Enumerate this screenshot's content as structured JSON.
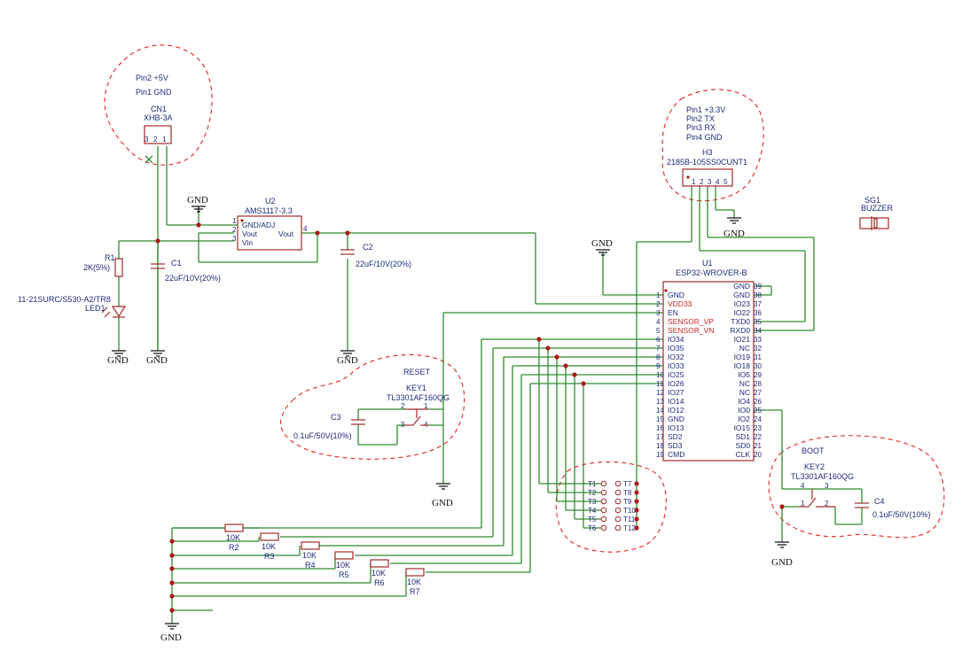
{
  "cn1": {
    "ref": "CN1",
    "value": "XHB-3A",
    "note1": "Pin2 +5V",
    "note2": "Pin1 GND",
    "pins": [
      "3",
      "2",
      "1"
    ]
  },
  "h3": {
    "ref": "H3",
    "value": "2185B-105SS0CUNT1",
    "note1": "Pin1 +3.3V",
    "note2": "Pin2 TX",
    "note3": "Pin3 RX",
    "note4": "Pin4 GND",
    "pins": [
      "1",
      "2",
      "3",
      "4",
      "5"
    ]
  },
  "sg1": {
    "ref": "SG1",
    "value": "BUZZER"
  },
  "u2": {
    "ref": "U2",
    "value": "AMS1117-3.3",
    "p1": "GND/ADJ",
    "p2": "Vout",
    "p3": "Vin",
    "p4": "Vout",
    "n1": "1",
    "n2": "2",
    "n3": "3",
    "n4": "4"
  },
  "r1": {
    "ref": "R1",
    "value": "2K(5%)"
  },
  "c1": {
    "ref": "C1",
    "value": "22uF/10V(20%)"
  },
  "c2": {
    "ref": "C2",
    "value": "22uF/10V(20%)"
  },
  "led1": {
    "ref": "LED1",
    "value": "11-21SURC/S530-A2/TR8"
  },
  "u1": {
    "ref": "U1",
    "value": "ESP32-WROVER-B",
    "left_pins": [
      "GND",
      "VDD33",
      "EN",
      "SENSOR_VP",
      "SENSOR_VN",
      "IO34",
      "IO35",
      "IO32",
      "IO33",
      "IO25",
      "IO26",
      "IO27",
      "IO14",
      "IO12",
      "GND",
      "IO13",
      "SD2",
      "SD3",
      "CMD"
    ],
    "left_nums": [
      "1",
      "2",
      "3",
      "4",
      "5",
      "6",
      "7",
      "8",
      "9",
      "10",
      "11",
      "12",
      "13",
      "14",
      "15",
      "16",
      "17",
      "18",
      "19"
    ],
    "right_pins": [
      "GND",
      "GND",
      "IO23",
      "IO22",
      "TXD0",
      "RXD0",
      "IO21",
      "NC",
      "IO19",
      "IO18",
      "IO5",
      "NC",
      "NC",
      "IO4",
      "IO0",
      "IO2",
      "IO15",
      "SD1",
      "SD0",
      "CLK"
    ],
    "right_nums": [
      "39",
      "38",
      "37",
      "36",
      "35",
      "34",
      "33",
      "32",
      "31",
      "30",
      "29",
      "28",
      "27",
      "26",
      "25",
      "24",
      "23",
      "22",
      "21",
      "20"
    ]
  },
  "key1": {
    "title": "RESET",
    "ref": "KEY1",
    "value": "TL3301AF160QG",
    "n2": "2",
    "n1": "1",
    "n3": "3",
    "n4": "4"
  },
  "c3": {
    "ref": "C3",
    "value": "0.1uF/50V(10%)"
  },
  "key2": {
    "title": "BOOT",
    "ref": "KEY2",
    "value": "TL3301AF160QG",
    "n4": "4",
    "n3": "3",
    "n1": "1",
    "n2": "2"
  },
  "c4": {
    "ref": "C4",
    "value": "0.1uF/50V(10%)"
  },
  "testpoints": {
    "left": [
      "T1",
      "T2",
      "T3",
      "T4",
      "T5",
      "T6"
    ],
    "right": [
      "T7",
      "T8",
      "T9",
      "T10",
      "T11",
      "T12"
    ]
  },
  "resistors": [
    {
      "ref": "R2",
      "value": "10K"
    },
    {
      "ref": "R3",
      "value": "10K"
    },
    {
      "ref": "R4",
      "value": "10K"
    },
    {
      "ref": "R5",
      "value": "10K"
    },
    {
      "ref": "R6",
      "value": "10K"
    },
    {
      "ref": "R7",
      "value": "10K"
    }
  ],
  "gnd_label": "GND"
}
